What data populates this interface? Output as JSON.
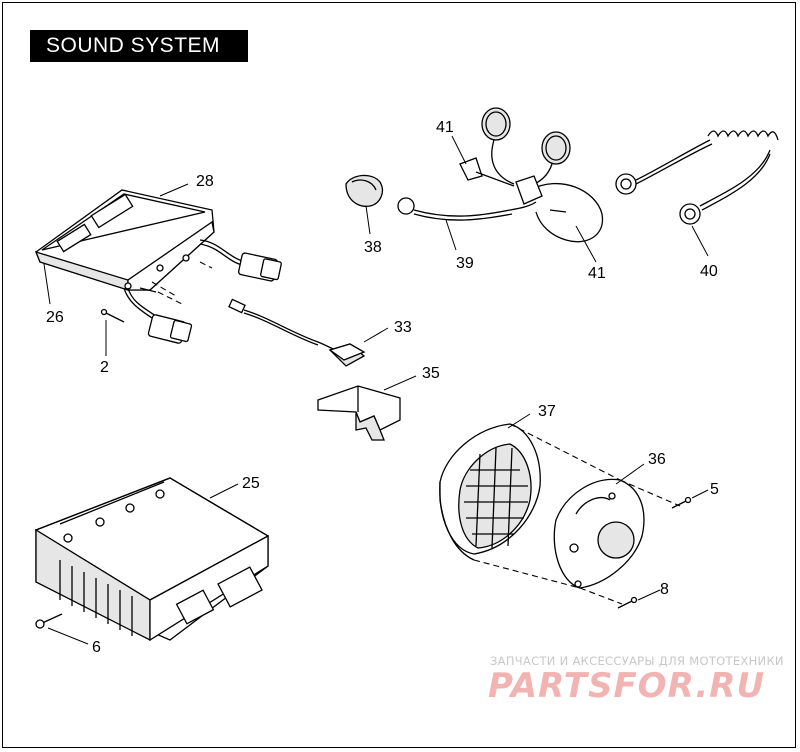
{
  "title": "SOUND SYSTEM",
  "callouts": {
    "c41a": "41",
    "c41b": "41",
    "c28": "28",
    "c38": "38",
    "c39": "39",
    "c40": "40",
    "c26": "26",
    "c33": "33",
    "c2": "2",
    "c35": "35",
    "c37": "37",
    "c36": "36",
    "c5": "5",
    "c25": "25",
    "c8": "8",
    "c6": "6"
  },
  "watermark": {
    "tagline": "ЗАПЧАСТИ И АКСЕССУАРЫ ДЛЯ МОТОТЕХНИКИ",
    "logo": "PARTSFOR.RU"
  }
}
